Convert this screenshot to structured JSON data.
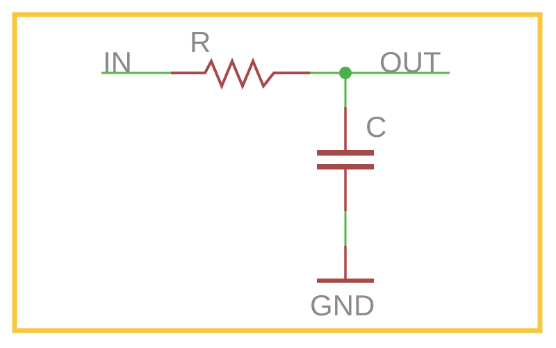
{
  "diagram": {
    "labels": {
      "input": "IN",
      "resistor": "R",
      "output": "OUT",
      "capacitor": "C",
      "ground": "GND"
    },
    "colors": {
      "border": "#f5c842",
      "wire": "#5ab34a",
      "component": "#a54a4a",
      "junction": "#4cae4c",
      "text": "#8a8a8a"
    }
  }
}
